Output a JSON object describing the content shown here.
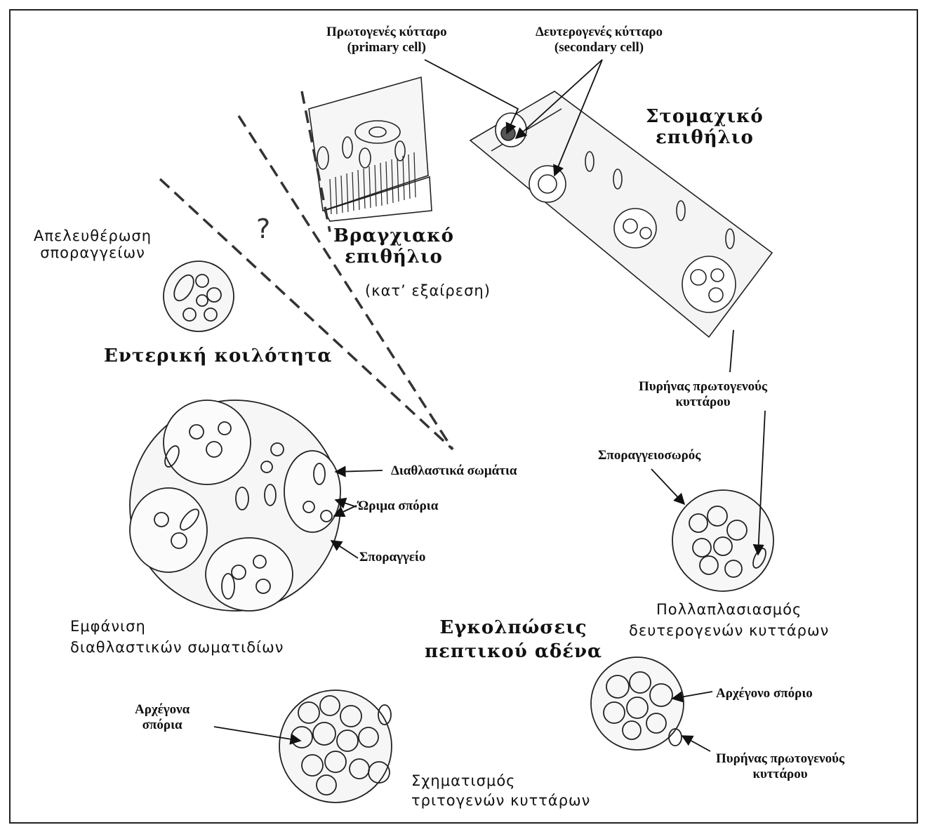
{
  "labels": {
    "primary_cell_gr": "Πρωτογενές κύτταρο",
    "primary_cell_en": "(primary cell)",
    "secondary_cell_gr": "Δευτερογενές κύτταρο",
    "secondary_cell_en": "(secondary cell)",
    "gastric_epithelium_1": "Στομαχικό",
    "gastric_epithelium_2": "επιθήλιο",
    "gill_epithelium_1": "Βραγχιακό",
    "gill_epithelium_2": "επιθήλιο",
    "gill_exception": "(κατ’ εξαίρεση)",
    "question_mark": "?",
    "sporangia_release_1": "Απελευθέρωση",
    "sporangia_release_2": "σποραγγείων",
    "intestinal_cavity": "Εντερική κοιλότητα",
    "primary_nucleus_top_1": "Πυρήνας πρωτογενούς",
    "primary_nucleus_top_2": "κυττάρου",
    "sporangiosorus": "Σποραγγειοσωρός",
    "refractile_bodies": "Διαθλαστικά σωμάτια",
    "mature_spores": "Ώριμα σπόρια",
    "sporangium": "Σποραγγείο",
    "refractile_appearance_1": "Εμφάνιση",
    "refractile_appearance_2": "διαθλαστικών σωματιδίων",
    "secondary_multiplication_1": "Πολλαπλασιασμός",
    "secondary_multiplication_2": "δευτερογενών κυττάρων",
    "gland_invaginations_1": "Εγκολπώσεις",
    "gland_invaginations_2": "πεπτικού αδένα",
    "primordial_spore": "Αρχέγονο σπόριο",
    "primary_nucleus_bottom_1": "Πυρήνας πρωτογενούς",
    "primary_nucleus_bottom_2": "κυττάρου",
    "primordial_spores_1": "Αρχέγονα",
    "primordial_spores_2": "σπόρια",
    "tertiary_formation_1": "Σχηματισμός",
    "tertiary_formation_2": "τριτογενών κυττάρων"
  }
}
